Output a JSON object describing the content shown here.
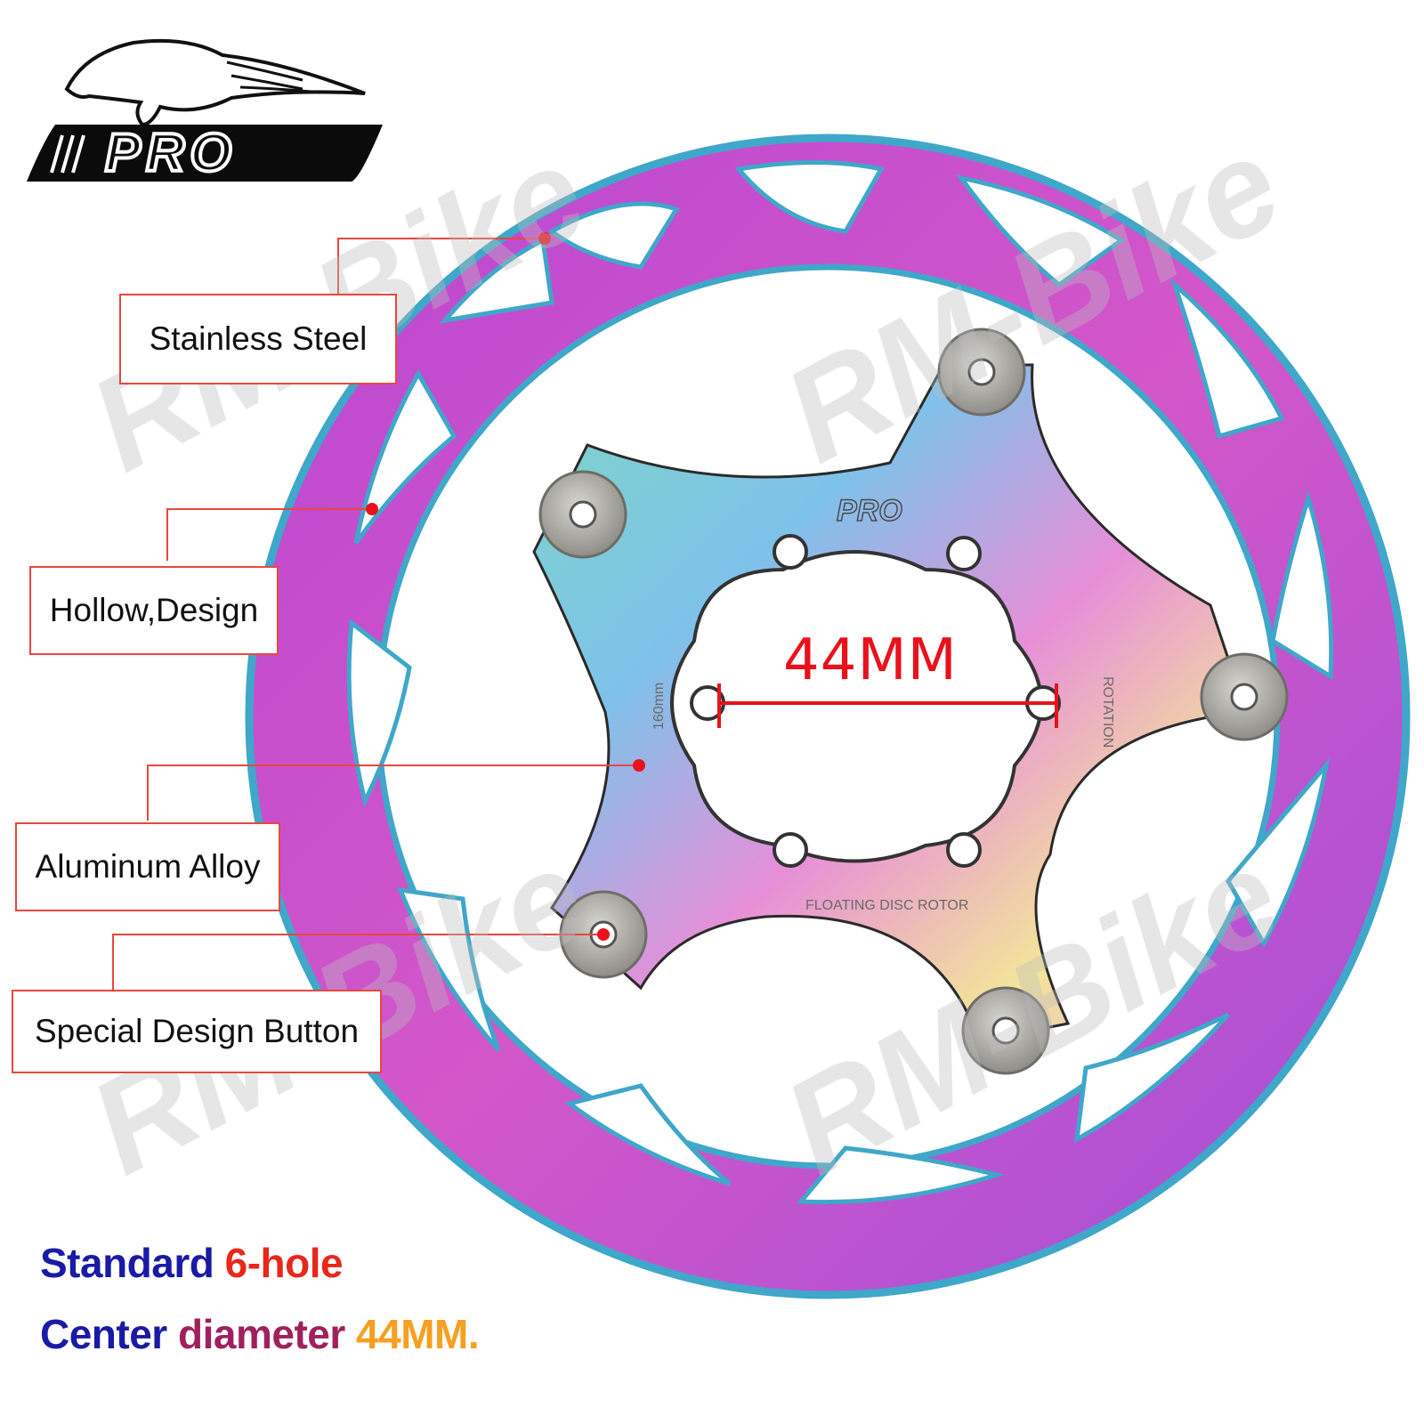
{
  "brand": {
    "logo_text": "PRO"
  },
  "watermark_text": "RM-Bike",
  "callouts": [
    {
      "text": "Stainless Steel"
    },
    {
      "text": "Hollow,Design"
    },
    {
      "text": "Aluminum Alloy"
    },
    {
      "text": "Special Design Button"
    }
  ],
  "measurement": "44MM",
  "rotor_engravings": {
    "size": "160mm",
    "rotation": "ROTATION",
    "product": "FLOATING DISC ROTOR"
  },
  "footer": {
    "line1_part1": "Standard",
    "line1_part2": "6-hole",
    "line2_part1": "Center",
    "line2_part2": "diameter",
    "line2_part3": "44MM."
  },
  "colors": {
    "callout_red": "#e8473f",
    "measure_red": "#e8121c",
    "text_blue": "#1a1aa6",
    "text_purple": "#7a1f8c",
    "text_red": "#e8281c",
    "text_orange": "#f5a020",
    "rotor_purple": "#c74fd6",
    "rotor_teal": "#3fa7c9"
  }
}
